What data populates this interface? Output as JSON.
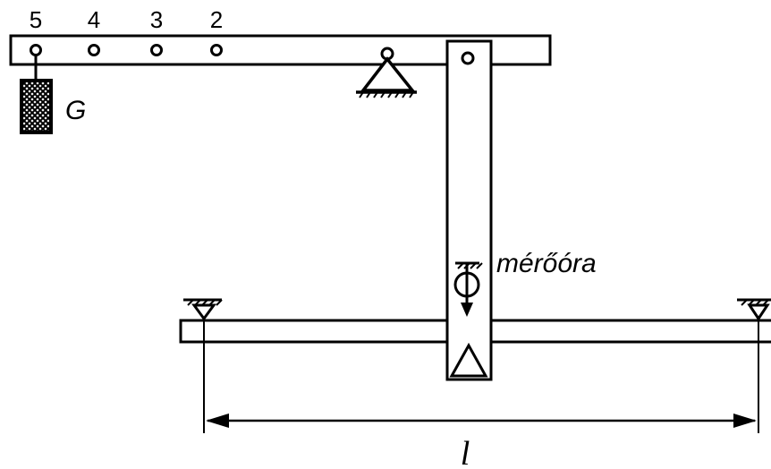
{
  "hole_labels": [
    "5",
    "4",
    "3",
    "2"
  ],
  "weight_label": "G",
  "gauge_label": "mérőóra",
  "span_label": "l"
}
